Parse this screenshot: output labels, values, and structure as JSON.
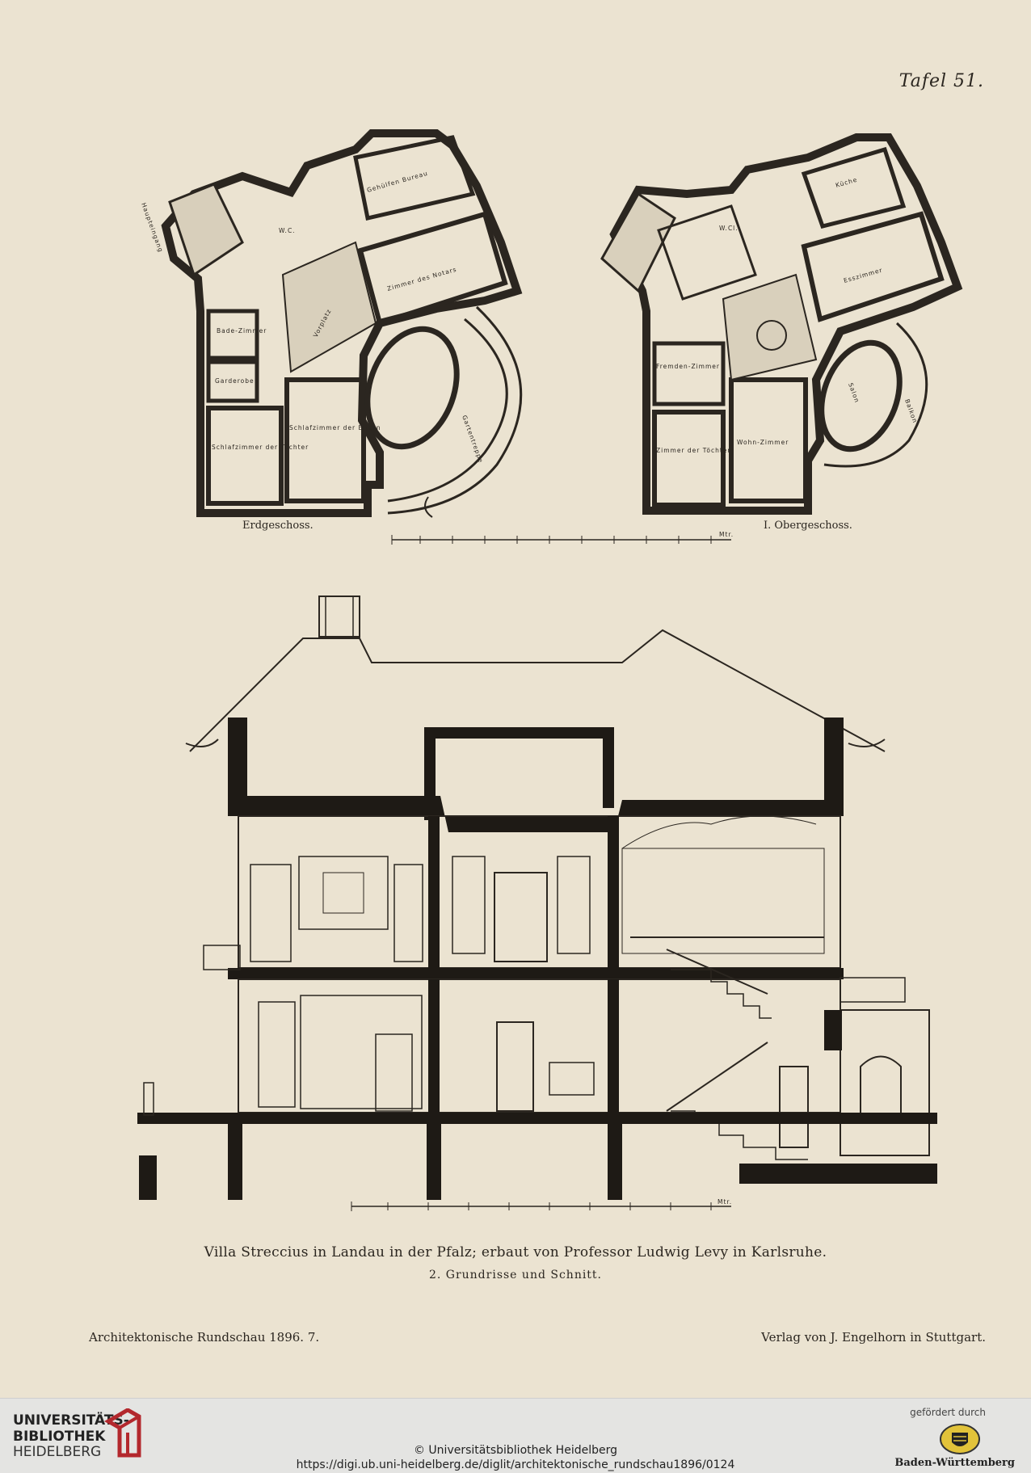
{
  "plate": {
    "tafel": "Tafel 51.",
    "ground_floor": {
      "caption": "Erdgeschoss.",
      "rooms": [
        "Haupteingang",
        "Gehülfen Bureau",
        "W.C.",
        "Zimmer des Notars",
        "Bade-Zimmer",
        "Garderobe",
        "Schlafzimmer der Töchter",
        "Schlafzimmer der Eltern",
        "Vorplatz",
        "Gartentreppe"
      ]
    },
    "upper_floor": {
      "caption": "I. Obergeschoss.",
      "rooms": [
        "Küche",
        "W.Cl.",
        "Esszimmer",
        "Fremden-Zimmer",
        "Salon",
        "Balkon",
        "Zimmer der Töchter",
        "Wohn-Zimmer"
      ]
    },
    "scale_label": "Mtr.",
    "caption_line1": "Villa Streccius in Landau in der Pfalz; erbaut von Professor Ludwig Levy in Karlsruhe.",
    "caption_line2": "2. Grundrisse und Schnitt.",
    "journal": "Architektonische Rundschau 1896. 7.",
    "publisher": "Verlag von J. Engelhorn in Stuttgart."
  },
  "footer": {
    "library_line1": "UNIVERSITÄTS-",
    "library_line2": "BIBLIOTHEK",
    "library_line3": "HEIDELBERG",
    "copyright": "© Universitätsbibliothek Heidelberg",
    "url": "https://digi.ub.uni-heidelberg.de/diglit/architektonische_rundschau1896/0124",
    "funded_by": "gefördert durch",
    "funder": "Baden-Württemberg"
  },
  "colors": {
    "paper": "#ebe3d1",
    "ink": "#2b2620",
    "logo_red": "#b3282d"
  }
}
